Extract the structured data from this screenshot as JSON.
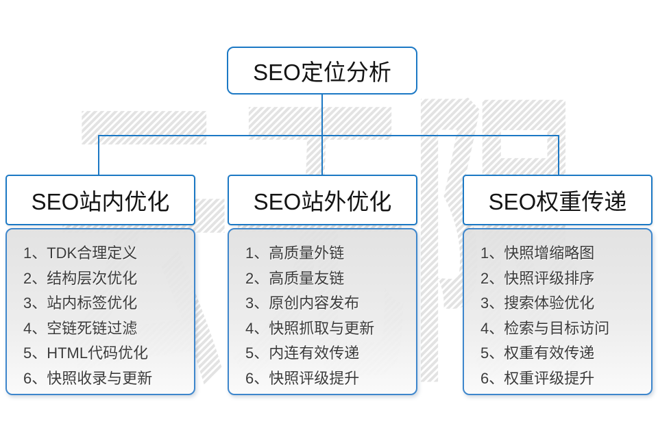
{
  "watermark": {
    "text": "云无限"
  },
  "root": {
    "title": "SEO定位分析"
  },
  "columns": [
    {
      "title": "SEO站内优化",
      "items": [
        "1、TDK合理定义",
        "2、结构层次优化",
        "3、站内标签优化",
        "4、空链死链过滤",
        "5、HTML代码优化",
        "6、快照收录与更新"
      ]
    },
    {
      "title": "SEO站外优化",
      "items": [
        "1、高质量外链",
        "2、高质量友链",
        "3、原创内容发布",
        "4、快照抓取与更新",
        "5、内连有效传递",
        "6、快照评级提升"
      ]
    },
    {
      "title": "SEO权重传递",
      "items": [
        "1、快照增缩略图",
        "2、快照评级排序",
        "3、搜索体验优化",
        "4、检索与目标访问",
        "5、权重有效传递",
        "6、权重评级提升"
      ]
    }
  ],
  "colors": {
    "accent_blue": "#1b78c4",
    "list_gradient_top": "#e0e0e0",
    "list_gradient_bottom": "#fafafa",
    "watermark_gray": "#e3e3e3"
  }
}
